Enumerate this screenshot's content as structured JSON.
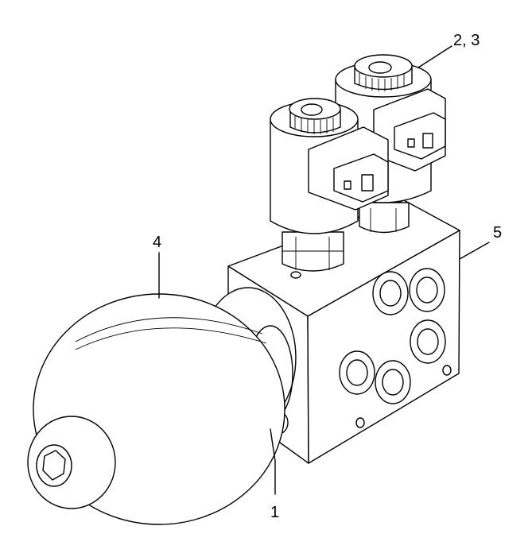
{
  "labels": {
    "item_1": "1",
    "item_2_3": "2, 3",
    "item_4": "4",
    "item_5": "5"
  }
}
